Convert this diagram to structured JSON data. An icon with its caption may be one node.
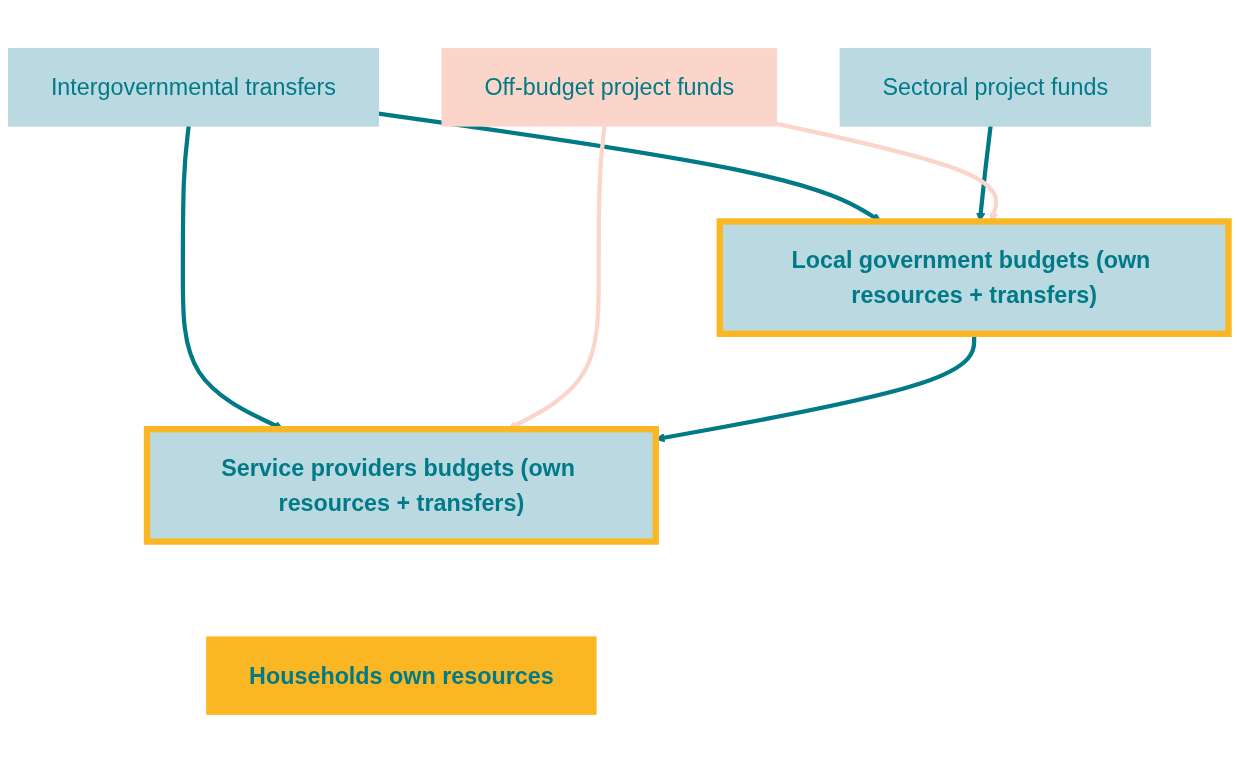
{
  "diagram": {
    "nodes": [
      {
        "text": [
          "Intergovernmental transfers"
        ]
      },
      {
        "text": [
          "Sectoral project funds"
        ]
      },
      {
        "text": [
          "Off-budget project funds"
        ]
      },
      {
        "text": [
          "Local government budgets (own resources + transfers)"
        ]
      },
      {
        "text": [
          "Service providers budgets (own resources + transfers)"
        ]
      },
      {
        "text": [
          "Households own resources"
        ]
      }
    ],
    "edges": [
      {
        "from": 0,
        "to": 3,
        "arrow": "to"
      },
      {
        "from": 0,
        "to": 4,
        "arrow": "to"
      },
      {
        "from": 1,
        "to": 3,
        "arrow": "to"
      },
      {
        "from": 2,
        "to": 3,
        "arrow": "to",
        "color": "#fbd5c9"
      },
      {
        "from": 2,
        "to": 4,
        "arrow": "to",
        "color": "#fbd5c9"
      },
      {
        "from": 3,
        "to": 4,
        "arrow": "to"
      }
    ]
  }
}
